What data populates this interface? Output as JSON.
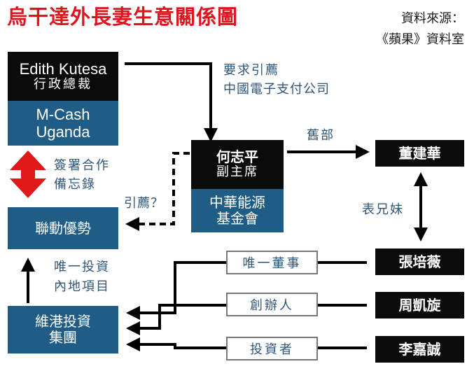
{
  "title": "烏干達外長妻生意關係圖",
  "source": {
    "line1": "資料來源：",
    "line2": "《蘋果》資料室"
  },
  "nodes": {
    "kutesa": {
      "name": "Edith Kutesa",
      "role": "行政總裁",
      "org_line1": "M-Cash",
      "org_line2": "Uganda"
    },
    "he": {
      "name": "何志平",
      "role": "副主席",
      "org_line1": "中華能源",
      "org_line2": "基金會"
    },
    "dong": {
      "name": "董建華"
    },
    "lianyou": {
      "name": "聯動優勢"
    },
    "weigang": {
      "line1": "維港投資",
      "line2": "集團"
    },
    "zhang": {
      "name": "張培薇"
    },
    "zhou": {
      "name": "周凱旋"
    },
    "li": {
      "name": "李嘉誠"
    }
  },
  "edge_labels": {
    "request_line1": "要求引薦",
    "request_line2": "中國電子支付公司",
    "old_subordinate": "舊部",
    "mou_line1": "簽署合作",
    "mou_line2": "備忘錄",
    "referral": "引薦？",
    "cousins": "表兄妹",
    "invest_line1": "唯一投資",
    "invest_line2": "內地項目",
    "sole_director": "唯一董事",
    "founder": "創辦人",
    "investor": "投資者"
  },
  "colors": {
    "title_red": "#e0141e",
    "node_black": "#0b0b0b",
    "node_blue": "#1f5d86",
    "arrow_red": "#e01818",
    "label_blue": "#2f5577"
  }
}
